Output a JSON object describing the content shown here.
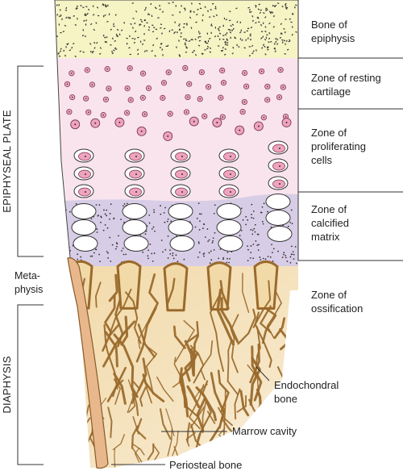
{
  "zones": [
    {
      "id": "epiphysis",
      "lines": [
        "Bone of",
        "epiphysis"
      ]
    },
    {
      "id": "resting",
      "lines": [
        "Zone of resting",
        "cartilage"
      ]
    },
    {
      "id": "proliferating",
      "lines": [
        "Zone of",
        "proliferating",
        "cells"
      ]
    },
    {
      "id": "calcified",
      "lines": [
        "Zone of",
        "calcified",
        "matrix"
      ]
    },
    {
      "id": "ossification",
      "lines": [
        "Zone of",
        "ossification"
      ]
    }
  ],
  "callouts": {
    "endochondral": [
      "Endochondral",
      "bone"
    ],
    "marrow": "Marrow cavity",
    "periosteal": "Periosteal bone"
  },
  "side_labels": {
    "epiphyseal_plate": "EPIPHYSEAL PLATE",
    "metaphysis": [
      "Meta-",
      "physis"
    ],
    "diaphysis": "DIAPHYSIS"
  },
  "colors": {
    "epiphysis": "#f6f3c4",
    "resting": "#f9e4ee",
    "calcified": "#d8cde6",
    "bone": "#f2d9a8",
    "trabecula": "#9a6a2c",
    "cell": "#f0a3bd"
  }
}
